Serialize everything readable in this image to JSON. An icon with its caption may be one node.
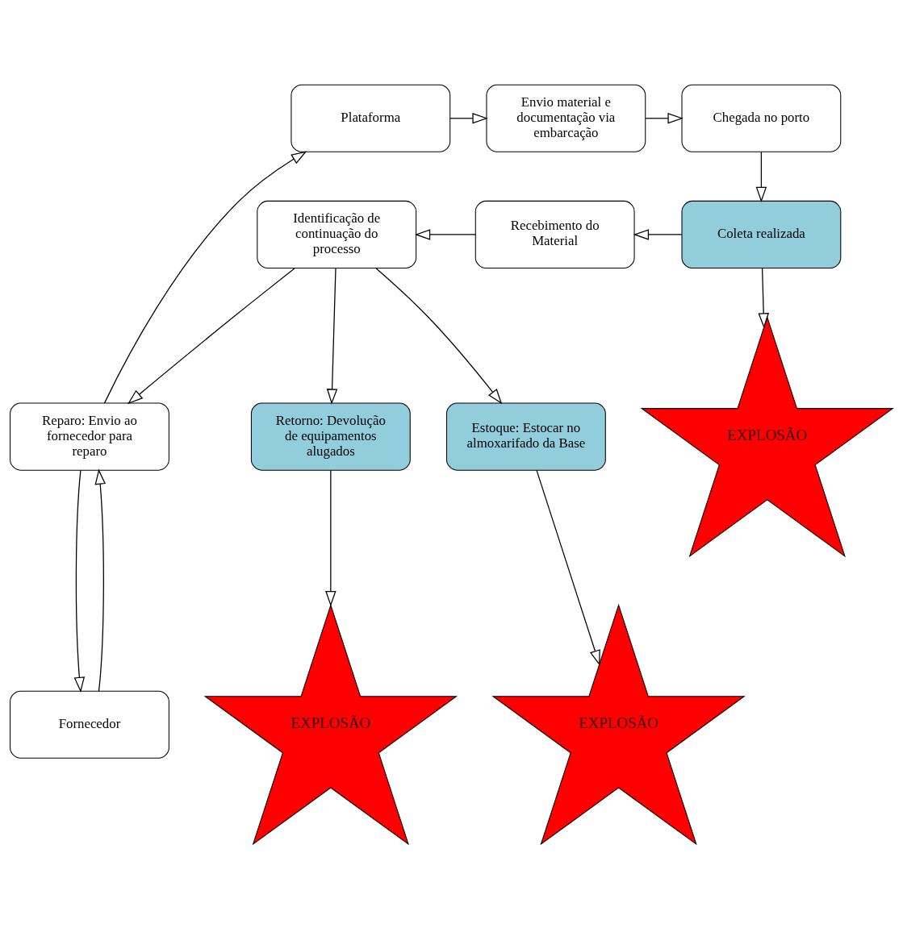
{
  "diagram": {
    "nodes": [
      {
        "text": [
          "Plataforma"
        ]
      },
      {
        "text": [
          "Envio material e documentação via embarcação"
        ]
      },
      {
        "text": [
          "Chegada no porto"
        ]
      },
      {
        "text": [
          "Coleta realizada"
        ]
      },
      {
        "text": [
          "Recebimento do Material"
        ]
      },
      {
        "text": [
          "Identificação de continuação do processo"
        ]
      },
      {
        "text": [
          "EXPLOSÃO"
        ]
      },
      {
        "text": [
          "Reparo: Envio ao fornecedor para reparo"
        ]
      },
      {
        "text": [
          "Retorno: Devolução de equipamentos alugados"
        ]
      },
      {
        "text": [
          "Estoque: Estocar no almoxarifado da Base"
        ]
      },
      {
        "text": [
          "EXPLOSÃO"
        ]
      },
      {
        "text": [
          "EXPLOSÃO"
        ]
      },
      {
        "text": [
          "Fornecedor"
        ]
      }
    ],
    "edges": [
      {
        "from": 0,
        "to": 1,
        "arrow": "to"
      },
      {
        "from": 1,
        "to": 2,
        "arrow": "to"
      },
      {
        "from": 2,
        "to": 3,
        "arrow": "to"
      },
      {
        "from": 3,
        "to": 4,
        "arrow": "to"
      },
      {
        "from": 4,
        "to": 5,
        "arrow": "to"
      },
      {
        "from": 3,
        "to": 6,
        "arrow": "to"
      },
      {
        "from": 5,
        "to": 7,
        "arrow": "to"
      },
      {
        "from": 5,
        "to": 8,
        "arrow": "to"
      },
      {
        "from": 5,
        "to": 9,
        "arrow": "to"
      },
      {
        "from": 7,
        "to": 0,
        "arrow": "to"
      },
      {
        "from": 8,
        "to": 10,
        "arrow": "to"
      },
      {
        "from": 9,
        "to": 11,
        "arrow": "to"
      },
      {
        "from": 7,
        "to": 12,
        "arrow": "to"
      },
      {
        "from": 12,
        "to": 7,
        "arrow": "to"
      }
    ]
  }
}
